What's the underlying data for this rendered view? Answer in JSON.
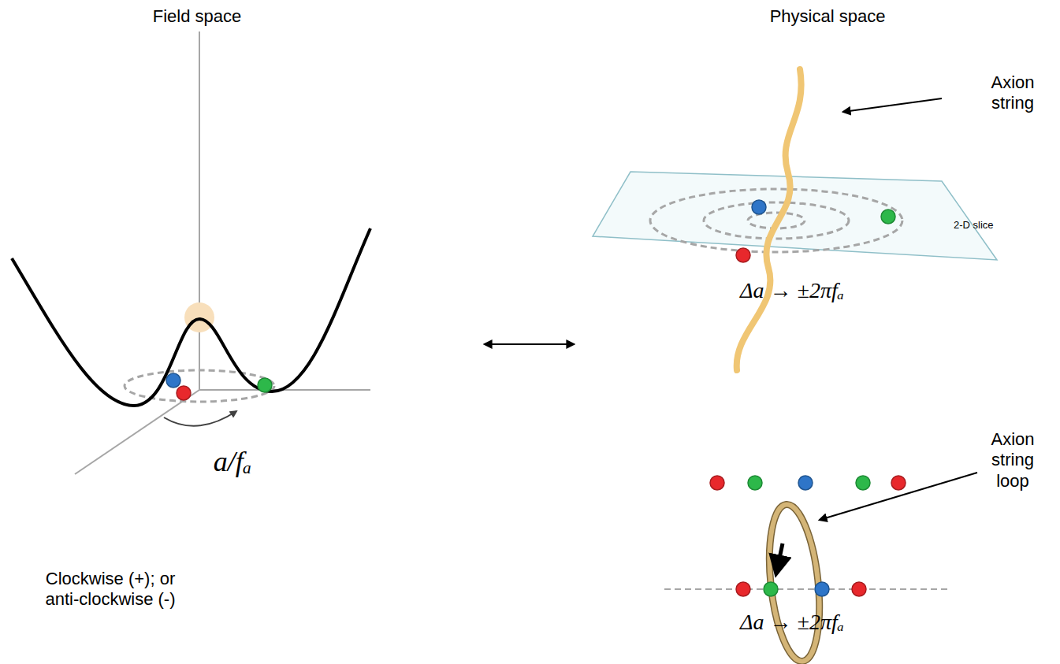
{
  "diagram": {
    "labels": [
      "Field space",
      "Physical space",
      "Axion string",
      "2-D slice",
      "Δa → ±2πfₐ",
      "a/fₐ",
      "Axion string loop",
      "Δa → ±2πfₐ",
      "Clockwise (+); or anti-clockwise (-)"
    ]
  }
}
